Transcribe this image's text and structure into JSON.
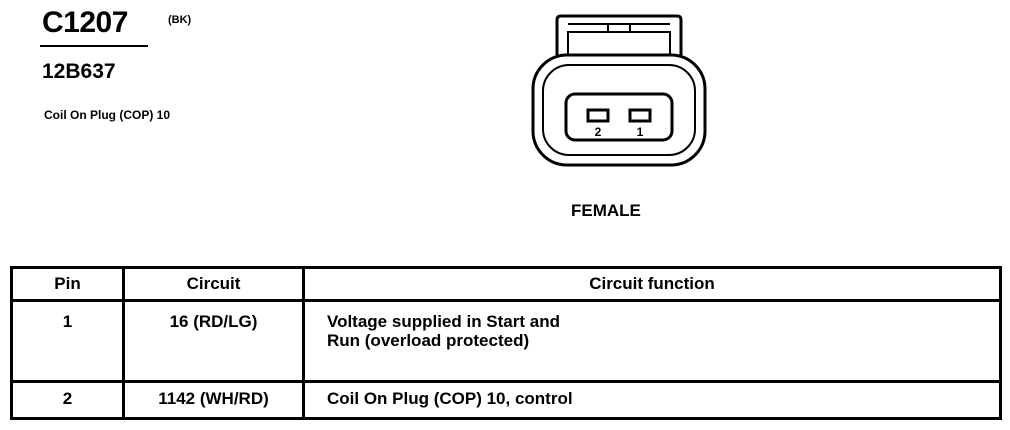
{
  "connector": {
    "id": "C1207",
    "color_code": "(BK)",
    "part_number": "12B637",
    "description": "Coil On Plug (COP) 10",
    "gender": "FEMALE",
    "pin_labels": [
      "2",
      "1"
    ]
  },
  "table": {
    "headers": [
      "Pin",
      "Circuit",
      "Circuit function"
    ],
    "rows": [
      {
        "pin": "1",
        "circuit": "16 (RD/LG)",
        "function_lines": [
          "Voltage supplied in Start and",
          "Run (overload protected)"
        ]
      },
      {
        "pin": "2",
        "circuit": "1142 (WH/RD)",
        "function_lines": [
          "Coil On Plug (COP) 10, control"
        ]
      }
    ]
  }
}
